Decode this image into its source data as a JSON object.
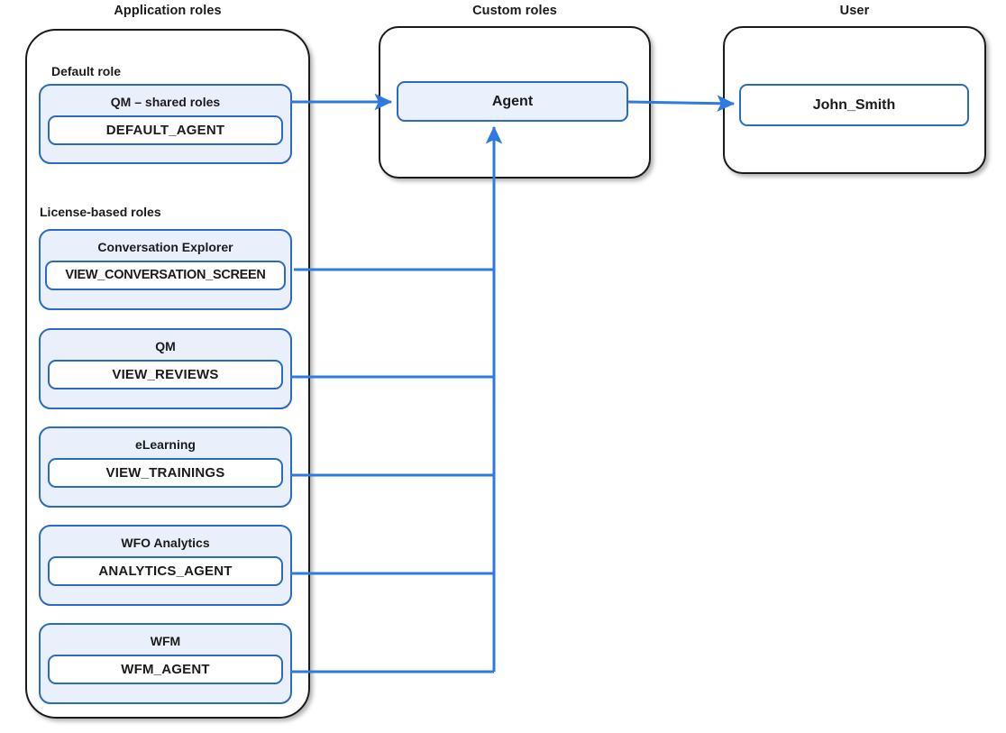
{
  "columns": {
    "application_roles_title": "Application roles",
    "custom_roles_title": "Custom roles",
    "user_title": "User"
  },
  "application_roles": {
    "default_section_label": "Default role",
    "license_section_label": "License-based roles",
    "default_groups": [
      {
        "title": "QM – shared roles",
        "permission": "DEFAULT_AGENT"
      }
    ],
    "license_groups": [
      {
        "title": "Conversation Explorer",
        "permission": "VIEW_CONVERSATION_SCREEN"
      },
      {
        "title": "QM",
        "permission": "VIEW_REVIEWS"
      },
      {
        "title": "eLearning",
        "permission": "VIEW_TRAININGS"
      },
      {
        "title": "WFO Analytics",
        "permission": "ANALYTICS_AGENT"
      },
      {
        "title": "WFM",
        "permission": "WFM_AGENT"
      }
    ]
  },
  "custom_roles": {
    "nodes": [
      {
        "label": "Agent"
      }
    ]
  },
  "user": {
    "nodes": [
      {
        "label": "John_Smith"
      }
    ]
  },
  "colors": {
    "container_border": "#1a1a1a",
    "accent_blue": "#2a6ac4",
    "connector_blue": "#2f7ae0",
    "card_fill": "#e9effb",
    "agent_fill": "#eaf0fc",
    "text": "#1b1b1b",
    "page_background": "#ffffff"
  },
  "connections": [
    {
      "from": "QM – shared roles",
      "to": "Agent",
      "type": "arrow"
    },
    {
      "from": "VIEW_CONVERSATION_SCREEN",
      "to": "Agent",
      "type": "orthogonal"
    },
    {
      "from": "VIEW_REVIEWS",
      "to": "Agent",
      "type": "orthogonal"
    },
    {
      "from": "VIEW_TRAININGS",
      "to": "Agent",
      "type": "orthogonal"
    },
    {
      "from": "ANALYTICS_AGENT",
      "to": "Agent",
      "type": "orthogonal"
    },
    {
      "from": "WFM_AGENT",
      "to": "Agent",
      "type": "orthogonal"
    },
    {
      "from": "Agent",
      "to": "John_Smith",
      "type": "arrow"
    }
  ]
}
